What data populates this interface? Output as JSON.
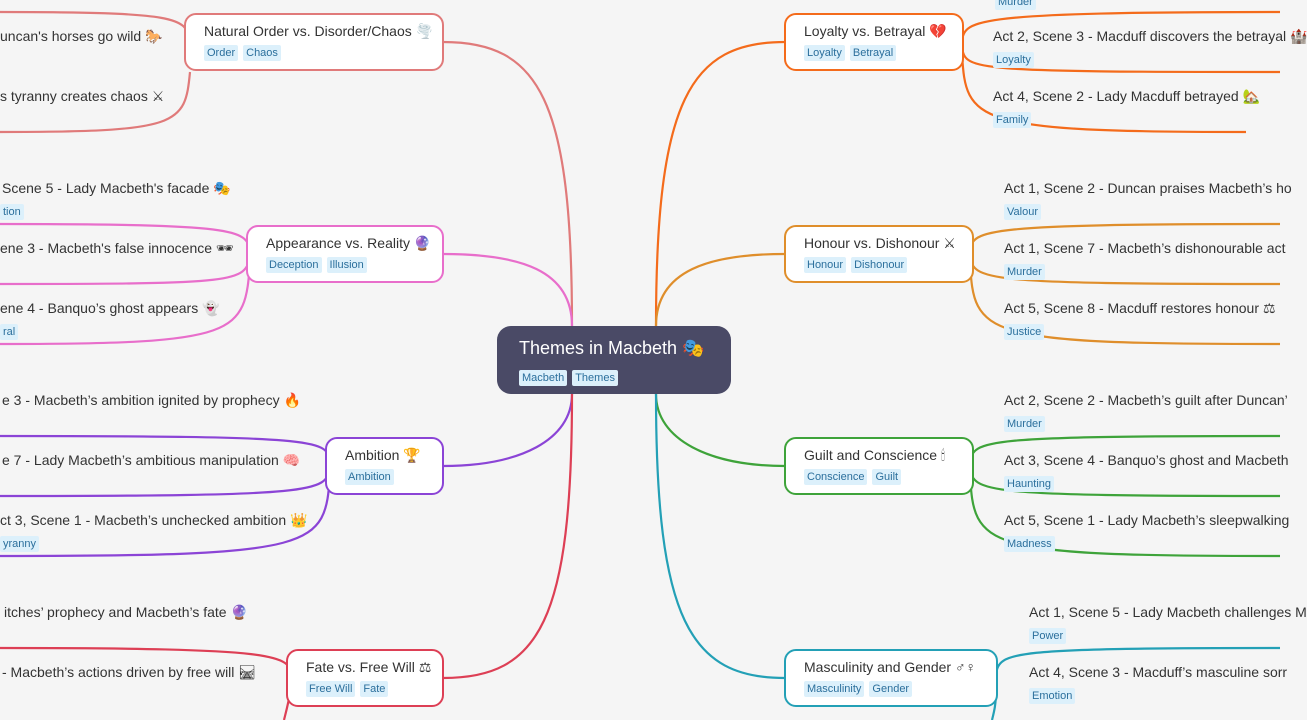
{
  "root": {
    "title": "Themes in Macbeth 🎭",
    "tags": [
      "Macbeth",
      "Themes"
    ]
  },
  "colors": {
    "order": "#e07a7a",
    "appearance": "#e86ecb",
    "ambition": "#8b44d6",
    "fate": "#dd3f55",
    "loyalty": "#f46b1b",
    "honour": "#df8e2b",
    "guilt": "#3ea33a",
    "masculinity": "#23a0b6",
    "root": "#4a4a66",
    "tag_bg": "#dcf0fb",
    "tag_text": "#2b6f9c"
  },
  "branches": {
    "order": {
      "title": "Natural Order vs. Disorder/Chaos 🌪️",
      "tags": [
        "Order",
        "Chaos"
      ],
      "leaves": [
        {
          "text": "uncan's horses go wild 🐎",
          "tags": []
        },
        {
          "text": "s tyranny creates chaos ⚔",
          "tags": []
        }
      ]
    },
    "appearance": {
      "title": "Appearance vs. Reality 🔮",
      "tags": [
        "Deception",
        "Illusion"
      ],
      "leaves": [
        {
          "text": "Scene 5 - Lady Macbeth's facade 🎭",
          "tags": [
            "tion"
          ]
        },
        {
          "text": "ene 3 - Macbeth's false innocence 🕶",
          "tags": []
        },
        {
          "text": "ene 4 - Banquo’s ghost appears 👻",
          "tags": [
            "ral"
          ]
        }
      ]
    },
    "ambition": {
      "title": "Ambition 🏆",
      "tags": [
        "Ambition"
      ],
      "leaves": [
        {
          "text": "e 3 - Macbeth’s ambition ignited by prophecy 🔥",
          "tags": []
        },
        {
          "text": "e 7 - Lady Macbeth’s ambitious manipulation 🧠",
          "tags": []
        },
        {
          "text": "ct 3, Scene 1 - Macbeth’s unchecked ambition 👑",
          "tags": [
            "yranny"
          ]
        }
      ]
    },
    "fate": {
      "title": "Fate vs. Free Will ⚖",
      "tags": [
        "Free Will",
        "Fate"
      ],
      "leaves": [
        {
          "text": "itches’ prophecy and Macbeth’s fate 🔮",
          "tags": []
        },
        {
          "text": "- Macbeth’s actions driven by free will 🛤",
          "tags": []
        }
      ]
    },
    "loyalty": {
      "title": "Loyalty vs. Betrayal 💔",
      "tags": [
        "Loyalty",
        "Betrayal"
      ],
      "leaves": [
        {
          "text": "Murder",
          "tags": []
        },
        {
          "text": "Act 2, Scene 3 - Macduff discovers the betrayal 🏰",
          "tags": [
            "Loyalty"
          ]
        },
        {
          "text": "Act 4, Scene 2 - Lady Macduff betrayed 🏡",
          "tags": [
            "Family"
          ]
        }
      ]
    },
    "honour": {
      "title": "Honour vs. Dishonour ⚔",
      "tags": [
        "Honour",
        "Dishonour"
      ],
      "leaves": [
        {
          "text": "Act 1, Scene 2 - Duncan praises Macbeth’s ho",
          "tags": [
            "Valour"
          ]
        },
        {
          "text": "Act 1, Scene 7 - Macbeth’s dishonourable act",
          "tags": [
            "Murder"
          ]
        },
        {
          "text": "Act 5, Scene 8 - Macduff restores honour ⚖",
          "tags": [
            "Justice"
          ]
        }
      ]
    },
    "guilt": {
      "title": "Guilt and Conscience 🕯",
      "tags": [
        "Conscience",
        "Guilt"
      ],
      "leaves": [
        {
          "text": "Act 2, Scene 2 - Macbeth’s guilt after Duncan’",
          "tags": [
            "Murder"
          ]
        },
        {
          "text": "Act 3, Scene 4 - Banquo’s ghost and Macbeth",
          "tags": [
            "Haunting"
          ]
        },
        {
          "text": "Act 5, Scene 1 - Lady Macbeth’s sleepwalking",
          "tags": [
            "Madness"
          ]
        }
      ]
    },
    "masculinity": {
      "title": "Masculinity and Gender ♂♀",
      "tags": [
        "Masculinity",
        "Gender"
      ],
      "leaves": [
        {
          "text": "Act 1, Scene 5 - Lady Macbeth challenges M",
          "tags": [
            "Power"
          ]
        },
        {
          "text": "Act 4, Scene 3 - Macduff’s masculine sorr",
          "tags": [
            "Emotion"
          ]
        }
      ]
    }
  }
}
